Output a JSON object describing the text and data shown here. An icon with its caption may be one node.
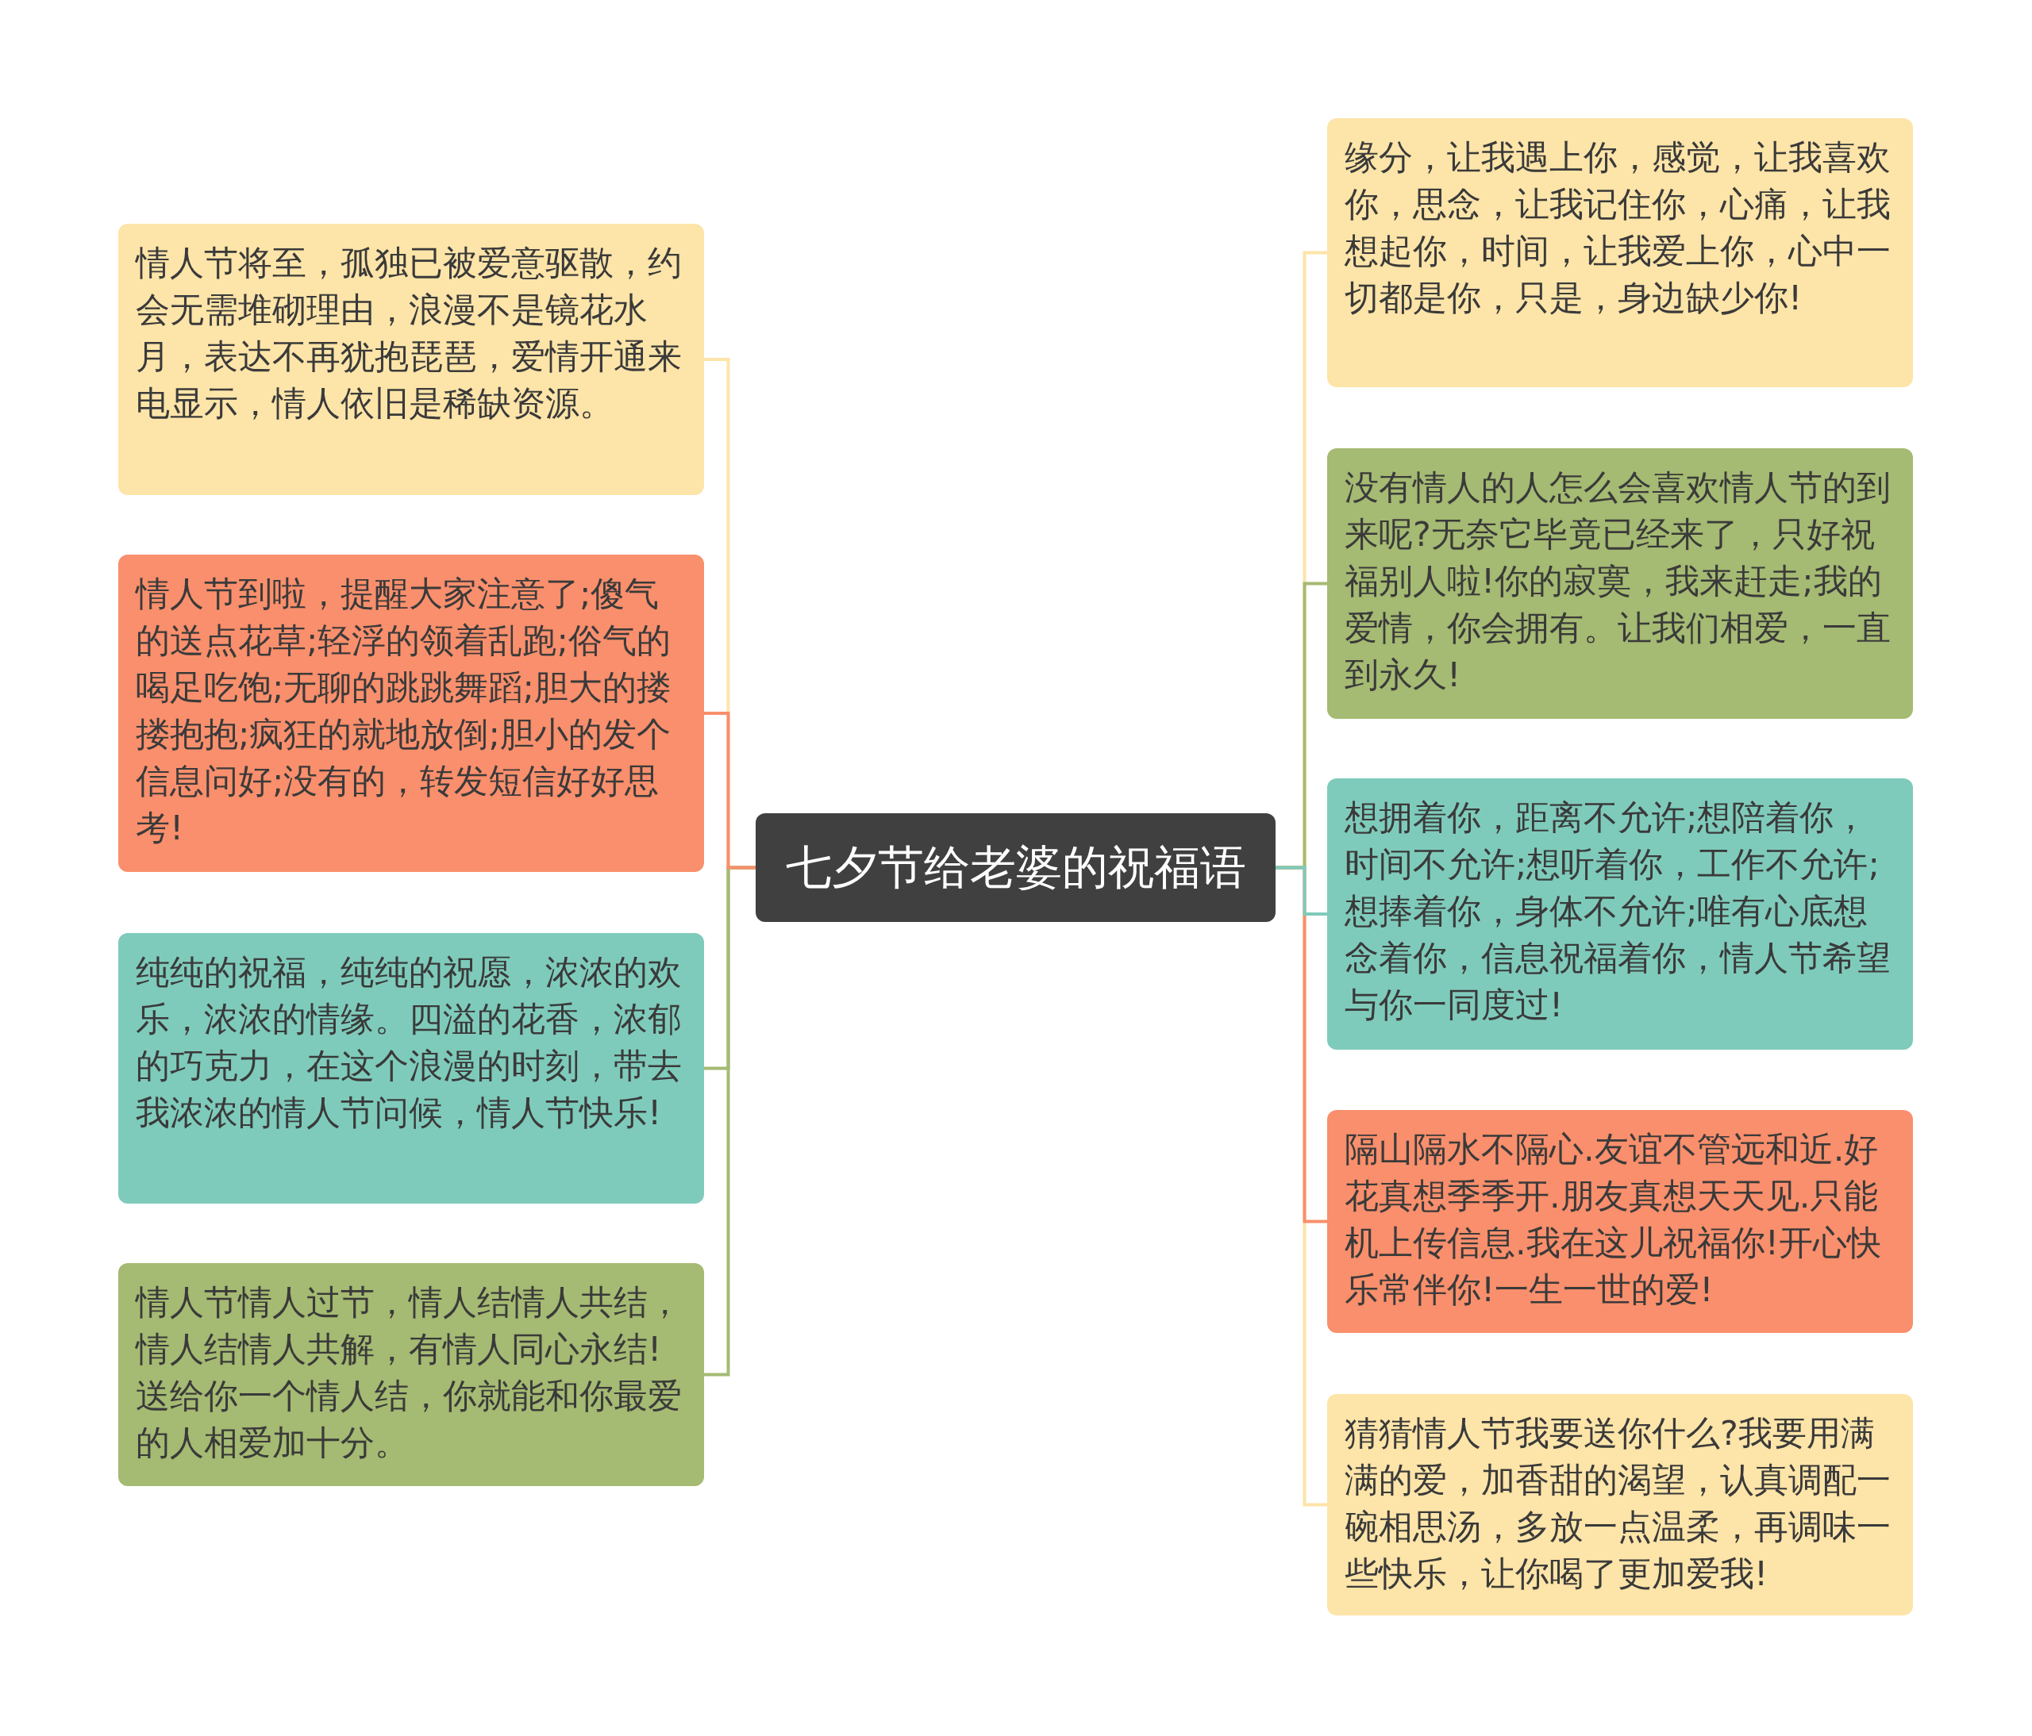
{
  "diagram": {
    "nodes": [
      {
        "text": [
          "七夕节给老婆的祝福语"
        ]
      },
      {
        "text": [
          "情人节将至，孤独已被爱意驱散，约会无需堆砌理由，浪漫不是镜花水月，表达不再犹抱琵琶，爱情开通来电显示，情人依旧是稀缺资源。"
        ]
      },
      {
        "text": [
          "情人节到啦，提醒大家注意了;傻气的送点花草;轻浮的领着乱跑;俗气的喝足吃饱;无聊的跳跳舞蹈;胆大的搂搂抱抱;疯狂的就地放倒;胆小的发个信息问好;没有的，转发短信好好思考!"
        ]
      },
      {
        "text": [
          "纯纯的祝福，纯纯的祝愿，浓浓的欢乐，浓浓的情缘。四溢的花香，浓郁的巧克力，在这个浪漫的时刻，带去我浓浓的情人节问候，情人节快乐!"
        ]
      },
      {
        "text": [
          "情人节情人过节，情人结情人共结，情人结情人共解，有情人同心永结!送给你一个情人结，你就能和你最爱的人相爱加十分。"
        ]
      },
      {
        "text": [
          "缘分，让我遇上你，感觉，让我喜欢你，思念，让我记住你，心痛，让我想起你，时间，让我爱上你，心中一切都是你，只是，身边缺少你!"
        ]
      },
      {
        "text": [
          "没有情人的人怎么会喜欢情人节的到来呢?无奈它毕竟已经来了，只好祝福别人啦!你的寂寞，我来赶走;我的爱情，你会拥有。让我们相爱，一直到永久!"
        ]
      },
      {
        "text": [
          "想拥着你，距离不允许;想陪着你，时间不允许;想听着你，工作不允许;想捧着你，身体不允许;唯有心底想念着你，信息祝福着你，情人节希望与你一同度过!"
        ]
      },
      {
        "text": [
          "隔山隔水不隔心.友谊不管远和近.好花真想季季开.朋友真想天天见.只能机上传信息.我在这儿祝福你!开心快乐常伴你!一生一世的爱!"
        ]
      },
      {
        "text": [
          "猜猜情人节我要送你什么?我要用满满的爱，加香甜的渴望，认真调配一碗相思汤，多放一点温柔，再调味一些快乐，让你喝了更加爱我!"
        ]
      }
    ],
    "edges": [
      {
        "from": 0,
        "to": 1,
        "arrow": "none",
        "color": "#fde4a8"
      },
      {
        "from": 0,
        "to": 2,
        "arrow": "none",
        "color": "#f98f6c"
      },
      {
        "from": 0,
        "to": 3,
        "arrow": "none",
        "color": "#a5ba72"
      },
      {
        "from": 0,
        "to": 4,
        "arrow": "none",
        "color": "#a5ba72"
      },
      {
        "from": 0,
        "to": 5,
        "arrow": "none",
        "color": "#fde4a8"
      },
      {
        "from": 0,
        "to": 6,
        "arrow": "none",
        "color": "#a5ba72"
      },
      {
        "from": 0,
        "to": 7,
        "arrow": "none",
        "color": "#7fcbbb"
      },
      {
        "from": 0,
        "to": 8,
        "arrow": "none",
        "color": "#f98f6c"
      },
      {
        "from": 0,
        "to": 9,
        "arrow": "none",
        "color": "#fde4a8"
      }
    ]
  }
}
